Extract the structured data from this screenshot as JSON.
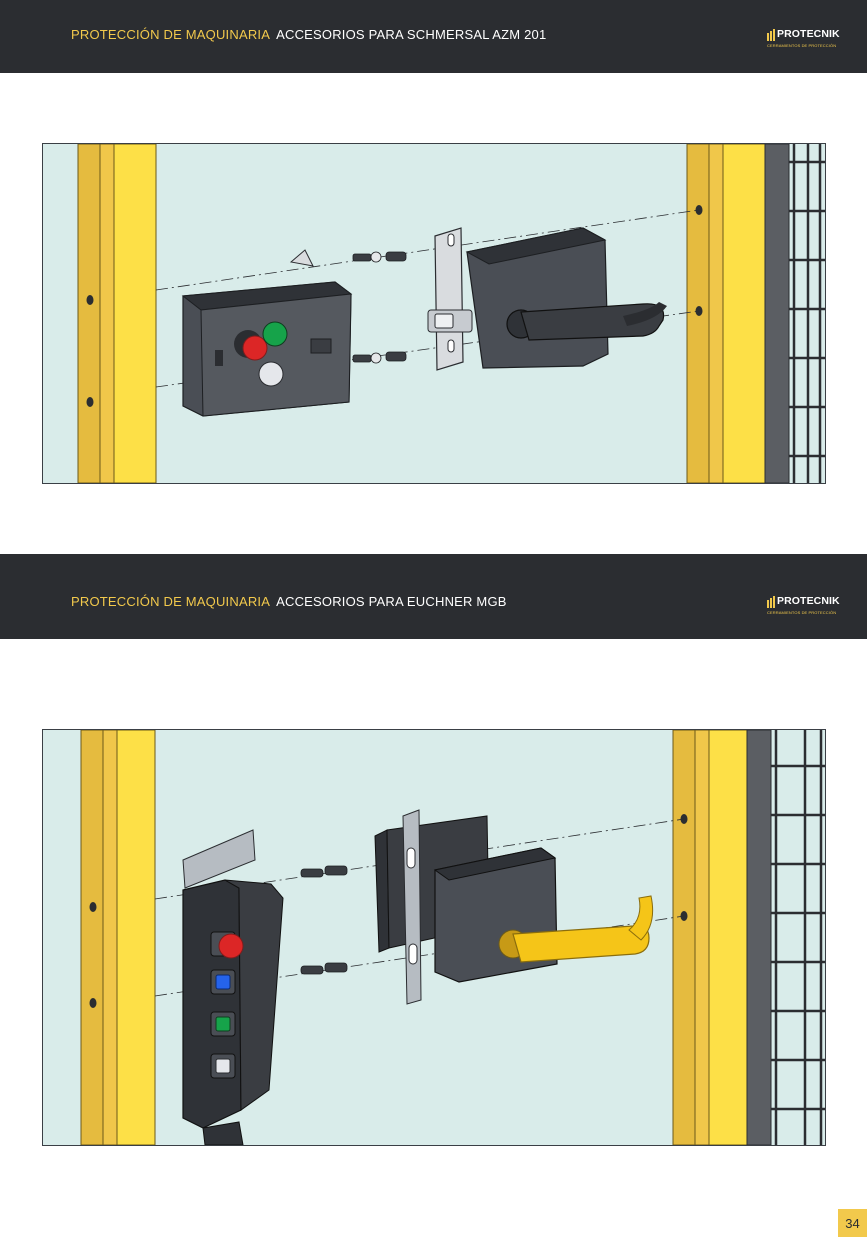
{
  "sections": [
    {
      "category": "PROTECCIÓN DE MAQUINARIA",
      "title": "ACCESORIOS PARA SCHMERSAL AZM 201"
    },
    {
      "category": "PROTECCIÓN DE MAQUINARIA",
      "title": "ACCESORIOS PARA EUCHNER MGB"
    }
  ],
  "logo": {
    "name": "PROTECNIK",
    "tagline": "CERRAMIENTOS DE PROTECCIÓN"
  },
  "page_number": "34",
  "colors": {
    "header_bg": "#2b2d31",
    "accent_yellow": "#f2c94c",
    "panel_bg": "#d9ecea",
    "post_yellow": "#fde047",
    "post_gold": "#e5bb3f",
    "device_dark": "#4a4e55",
    "handle_yellow": "#f5c518"
  }
}
